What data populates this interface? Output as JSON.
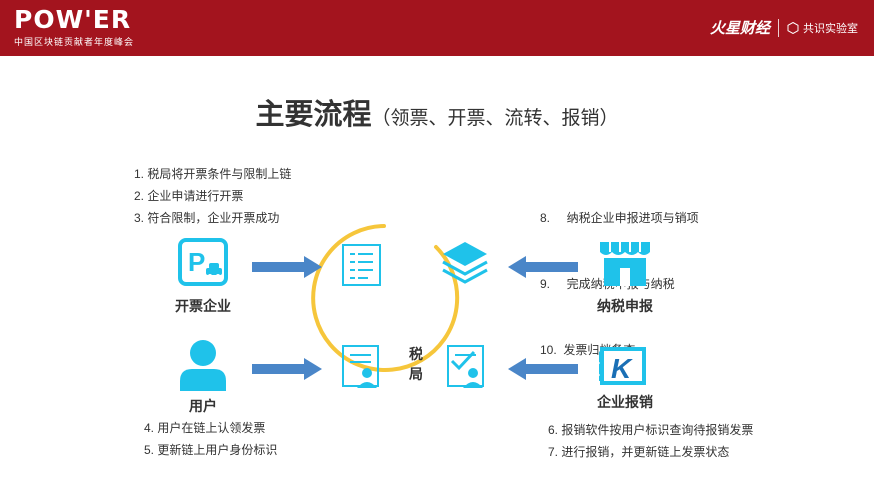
{
  "header": {
    "logo": "POW'ER",
    "subtitle": "中国区块链贡献者年度峰会",
    "partner": "火星财经",
    "lab": "共识实验室"
  },
  "title": {
    "main": "主要流程",
    "sub": "（领票、开票、流转、报销）"
  },
  "steps_top_left": [
    "1. 税局将开票条件与限制上链",
    "2. 企业申请进行开票",
    "3. 符合限制，企业开票成功"
  ],
  "steps_top_right": [
    "8.     纳税企业申报进项与销项",
    "9.     完成纳税申报与纳税",
    "10.  发票归档备查"
  ],
  "steps_bottom_left": [
    "4. 用户在链上认领发票",
    "5. 更新链上用户身份标识"
  ],
  "steps_bottom_right": [
    "6. 报销软件按用户标识查询待报销发票",
    "7. 进行报销，并更新链上发票状态"
  ],
  "nodes": {
    "issuer": "开票企业",
    "user": "用户",
    "tax_declare": "纳税申报",
    "reimburse": "企业报销",
    "tax_bureau": "税\n局"
  },
  "colors": {
    "header_bg": "#a3141e",
    "icon_cyan": "#1fc2ea",
    "arrow_blue": "#4a86c8",
    "circle_yellow": "#f6c63b"
  },
  "icons": {
    "issuer": "parking-car-icon",
    "user": "person-icon",
    "tax_declare": "storefront-icon",
    "reimburse": "k-brand-icon",
    "doc1": "document-icon",
    "doc2": "layers-icon",
    "doc3": "user-document-icon",
    "doc4": "verified-document-icon"
  }
}
